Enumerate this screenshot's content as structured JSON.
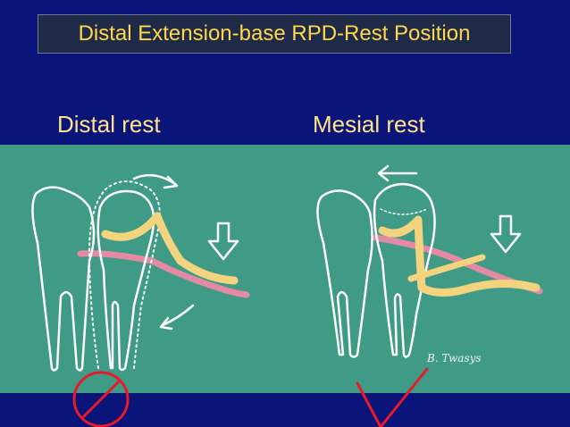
{
  "slide": {
    "title": "Distal Extension-base RPD-Rest Position",
    "label_left": "Distal rest",
    "label_right": "Mesial rest",
    "signature": "B. Twasys"
  },
  "colors": {
    "background": "#0b1478",
    "title_text": "#ffd84a",
    "label_text": "#ffe28a",
    "photo_background": "#3f9b85",
    "tooth_outline": "#ffffff",
    "framework": "#f3d37e",
    "soft_tissue": "#e48aa5",
    "wrong_mark": "#e81a2a",
    "right_mark": "#e81a2a"
  },
  "icons": {
    "wrong": "prohibited-circle-icon",
    "right": "check-mark-icon",
    "force": "down-arrow-icon",
    "rotation": "curved-arrow-icon"
  }
}
